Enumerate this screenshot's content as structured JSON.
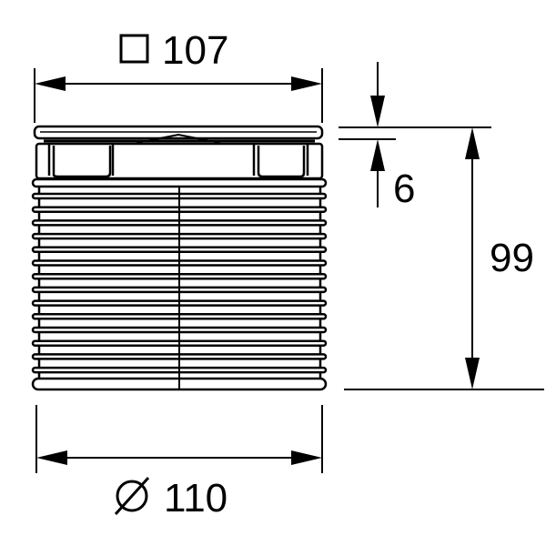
{
  "drawing": {
    "top_dimension": {
      "symbol": "square",
      "value": "107"
    },
    "gap_dimension": {
      "value": "6"
    },
    "height_dimension": {
      "value": "99"
    },
    "bottom_dimension": {
      "symbol": "diameter",
      "value": "110"
    },
    "colors": {
      "line": "#000000",
      "background": "#ffffff"
    }
  }
}
